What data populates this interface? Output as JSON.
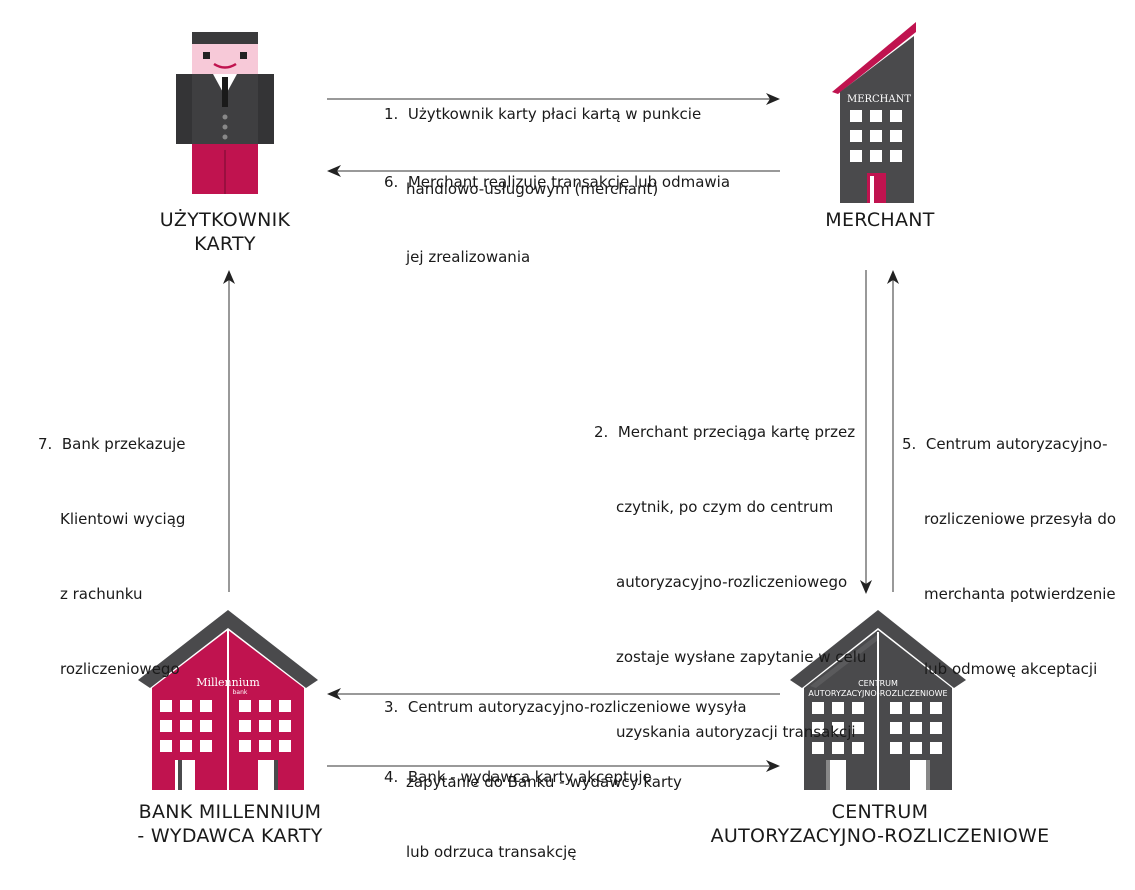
{
  "nodes": {
    "user": {
      "label_line1": "UŻYTKOWNIK",
      "label_line2": "KARTY"
    },
    "merchant": {
      "label": "MERCHANT",
      "sign": "MERCHANT"
    },
    "bank": {
      "label_line1": "BANK MILLENNIUM",
      "label_line2": "- WYDAWCA KARTY",
      "sign": "Millennium",
      "sign_sub": "bank"
    },
    "center": {
      "label_line1": "CENTRUM",
      "label_line2": "AUTORYZACYJNO-ROZLICZENIOWE",
      "sign_line1": "CENTRUM",
      "sign_line2": "AUTORYZACYJNO-ROZLICZENIOWE"
    }
  },
  "steps": {
    "s1": {
      "line1": "1.  Użytkownik karty płaci kartą w punkcie",
      "line2": "handlowo-usługowym (merchant)"
    },
    "s2": {
      "line1": "2.  Merchant przeciąga kartę przez",
      "line2": "czytnik, po czym do centrum",
      "line3": "autoryzacyjno-rozliczeniowego",
      "line4": "zostaje wysłane zapytanie w celu",
      "line5": "uzyskania autoryzacji transakcji"
    },
    "s3": {
      "line1": "3.  Centrum autoryzacyjno-rozliczeniowe wysyła",
      "line2": "zapytanie do Banku - wydawcy karty"
    },
    "s4": {
      "line1": "4.  Bank - wydawca karty akceptuje",
      "line2": "lub odrzuca transakcję"
    },
    "s5": {
      "line1": "5.  Centrum autoryzacyjno-",
      "line2": "rozliczeniowe przesyła do",
      "line3": "merchanta potwierdzenie",
      "line4": "lub odmowę akceptacji"
    },
    "s6": {
      "line1": "6.  Merchant realizuje transakcję lub odmawia",
      "line2": "jej zrealizowania"
    },
    "s7": {
      "line1": "7.  Bank przekazuje",
      "line2": "Klientowi wyciąg",
      "line3": "z rachunku",
      "line4": "rozliczeniowego"
    }
  },
  "colors": {
    "brand": "#c0134f",
    "dark": "#4a4a4c",
    "window": "#ffffff",
    "line": "#333333"
  }
}
